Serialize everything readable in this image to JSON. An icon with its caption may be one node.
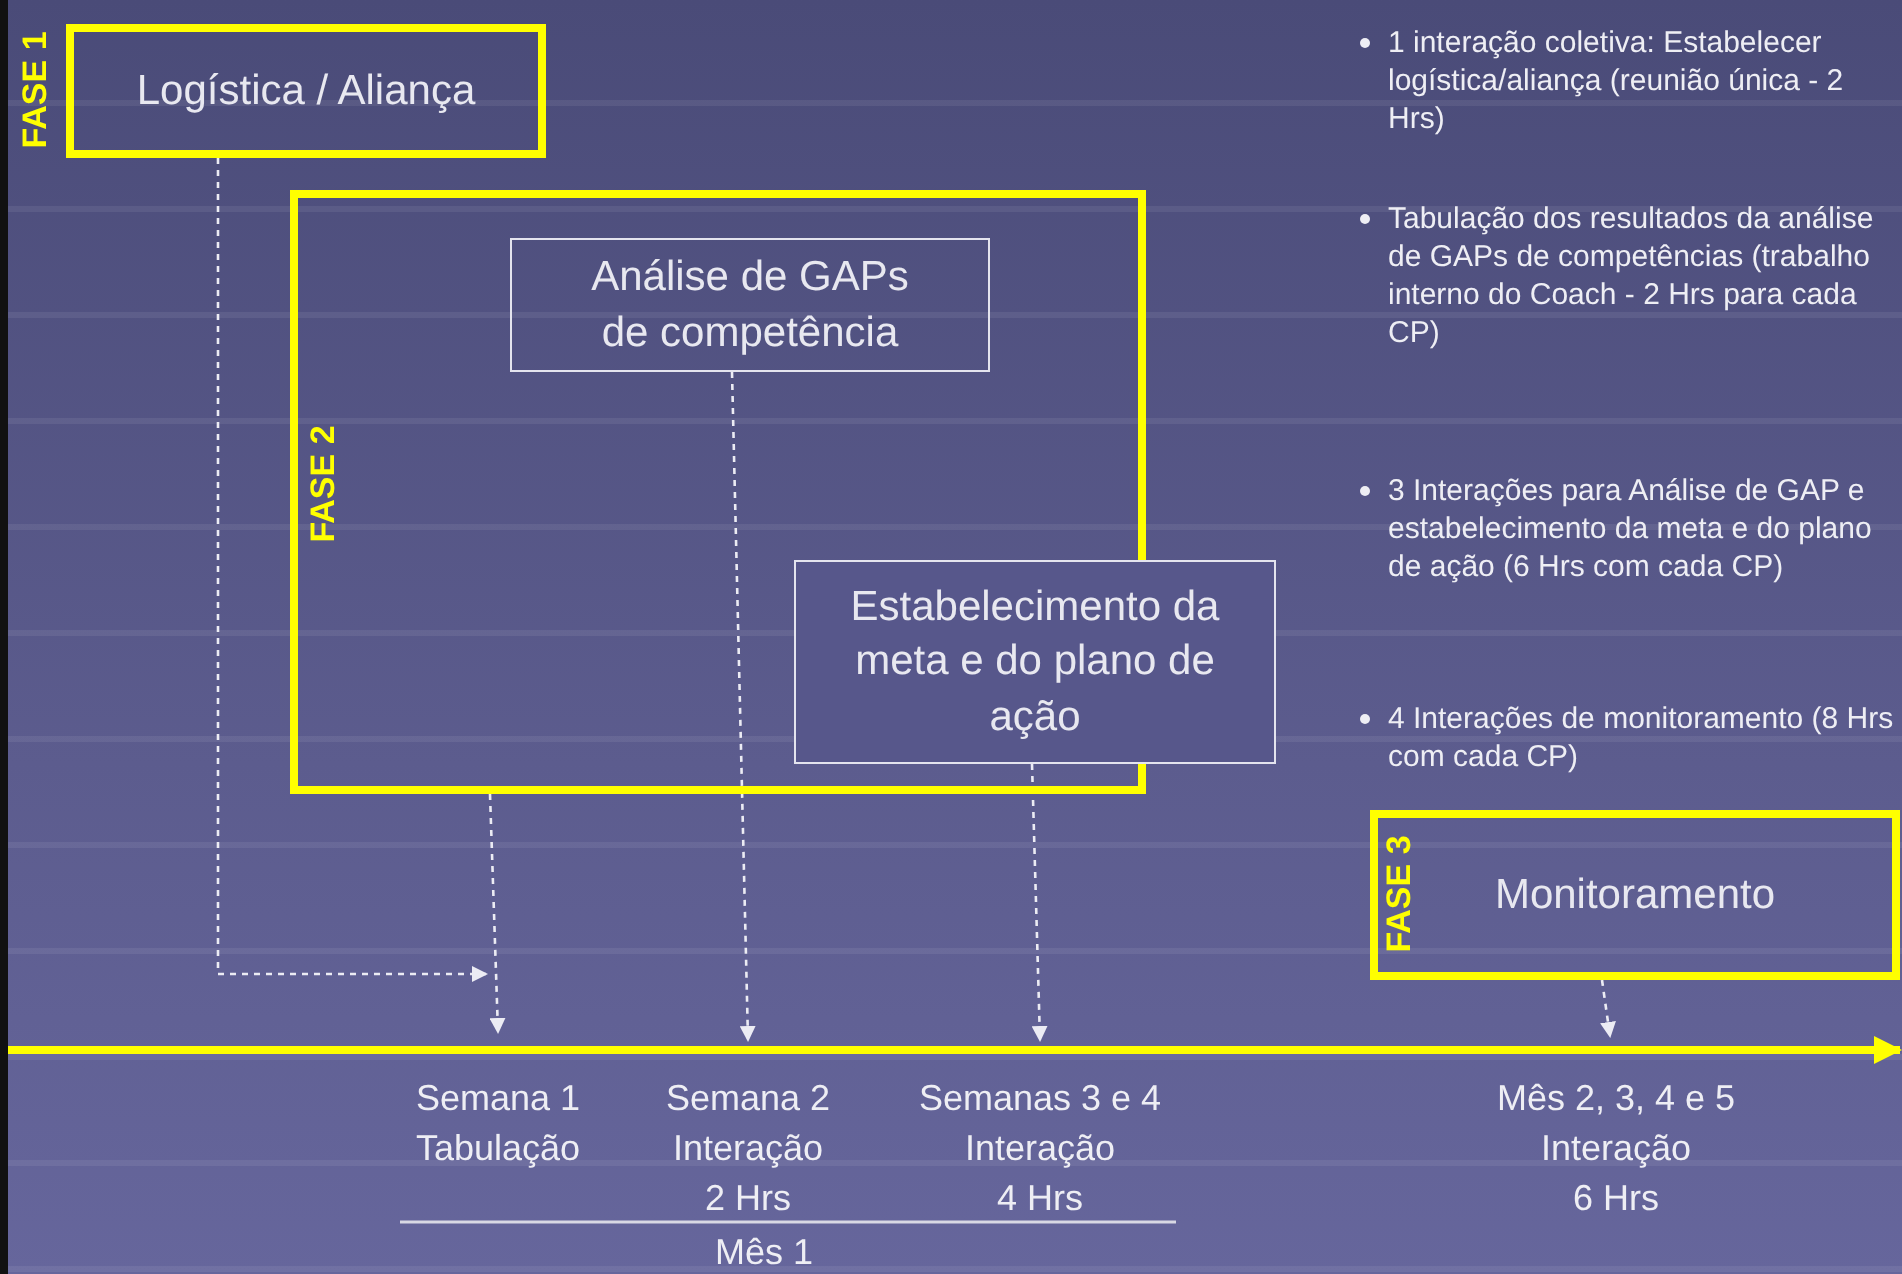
{
  "diagram": {
    "nodes": [
      {
        "text": [
          "FASE 1",
          "Logística / Aliança"
        ]
      },
      {
        "text": [
          "FASE 2"
        ]
      },
      {
        "text": [
          "Análise de GAPs de competência"
        ],
        "in": 1
      },
      {
        "text": [
          "Estabelecimento da meta e do plano de ação"
        ]
      },
      {
        "text": [
          "FASE 3",
          "Monitoramento"
        ]
      }
    ],
    "edges": [
      {
        "from": 0,
        "to": null,
        "arrow": "to",
        "style": "dashed"
      },
      {
        "from": 1,
        "to": null,
        "arrow": "to",
        "style": "dashed"
      },
      {
        "from": 2,
        "to": null,
        "arrow": "to",
        "style": "dashed"
      },
      {
        "from": 3,
        "to": null,
        "arrow": "to",
        "style": "dashed"
      },
      {
        "from": 4,
        "to": null,
        "arrow": "to",
        "style": "dashed"
      }
    ],
    "labels": [
      "1 interação coletiva: Estabelecer logística/aliança (reunião única - 2 Hrs)",
      "Tabulação dos resultados da análise de GAPs de competências (trabalho interno do Coach - 2 Hrs para cada CP)",
      "3 Interações para Análise de GAP e estabelecimento da meta e do plano de ação (6 Hrs com cada CP)",
      "4 Interações de monitoramento (8 Hrs com cada CP)",
      "Semana 1",
      "Semana 2",
      "Semanas 3 e 4",
      "Mês 2, 3, 4 e 5",
      "Tabulação",
      "Interação",
      "Interação",
      "Interação",
      "2 Hrs",
      "4 Hrs",
      "6 Hrs",
      "Mês 1"
    ]
  }
}
